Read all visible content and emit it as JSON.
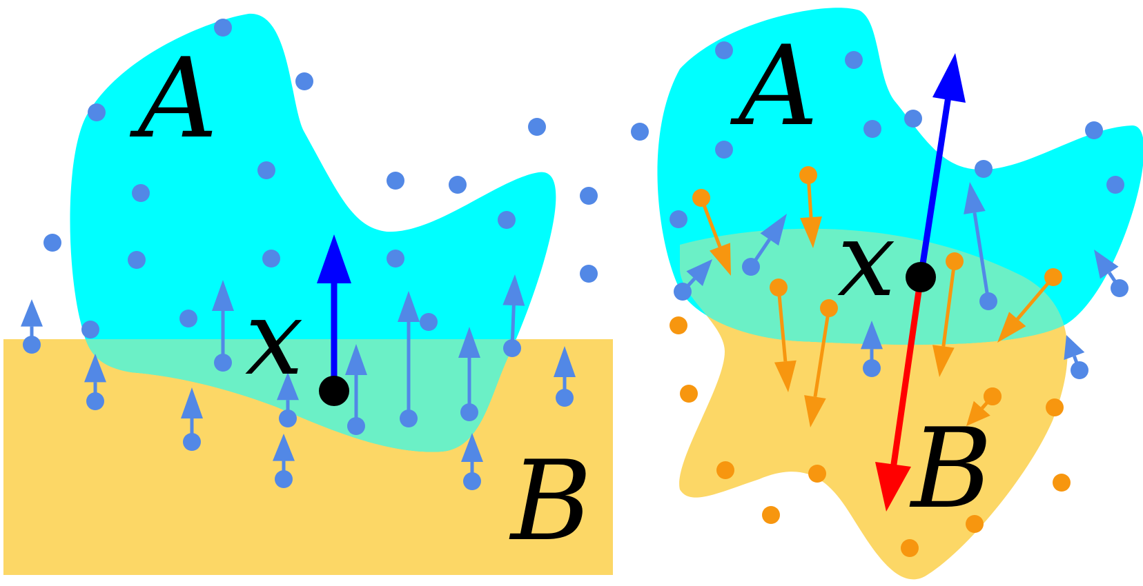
{
  "colors": {
    "region_a": "#00ffff",
    "region_b": "#fcd766",
    "overlap": "#6bf0c6",
    "point_a": "#5288e6",
    "point_b": "#f7960f",
    "arrow_up": "#0000ff",
    "arrow_down": "#ff0000",
    "point_x": "#000000"
  },
  "left_panel": {
    "label_a": "A",
    "label_b": "B",
    "label_x": "x"
  },
  "right_panel": {
    "label_a": "A",
    "label_b": "B",
    "label_x": "x"
  }
}
